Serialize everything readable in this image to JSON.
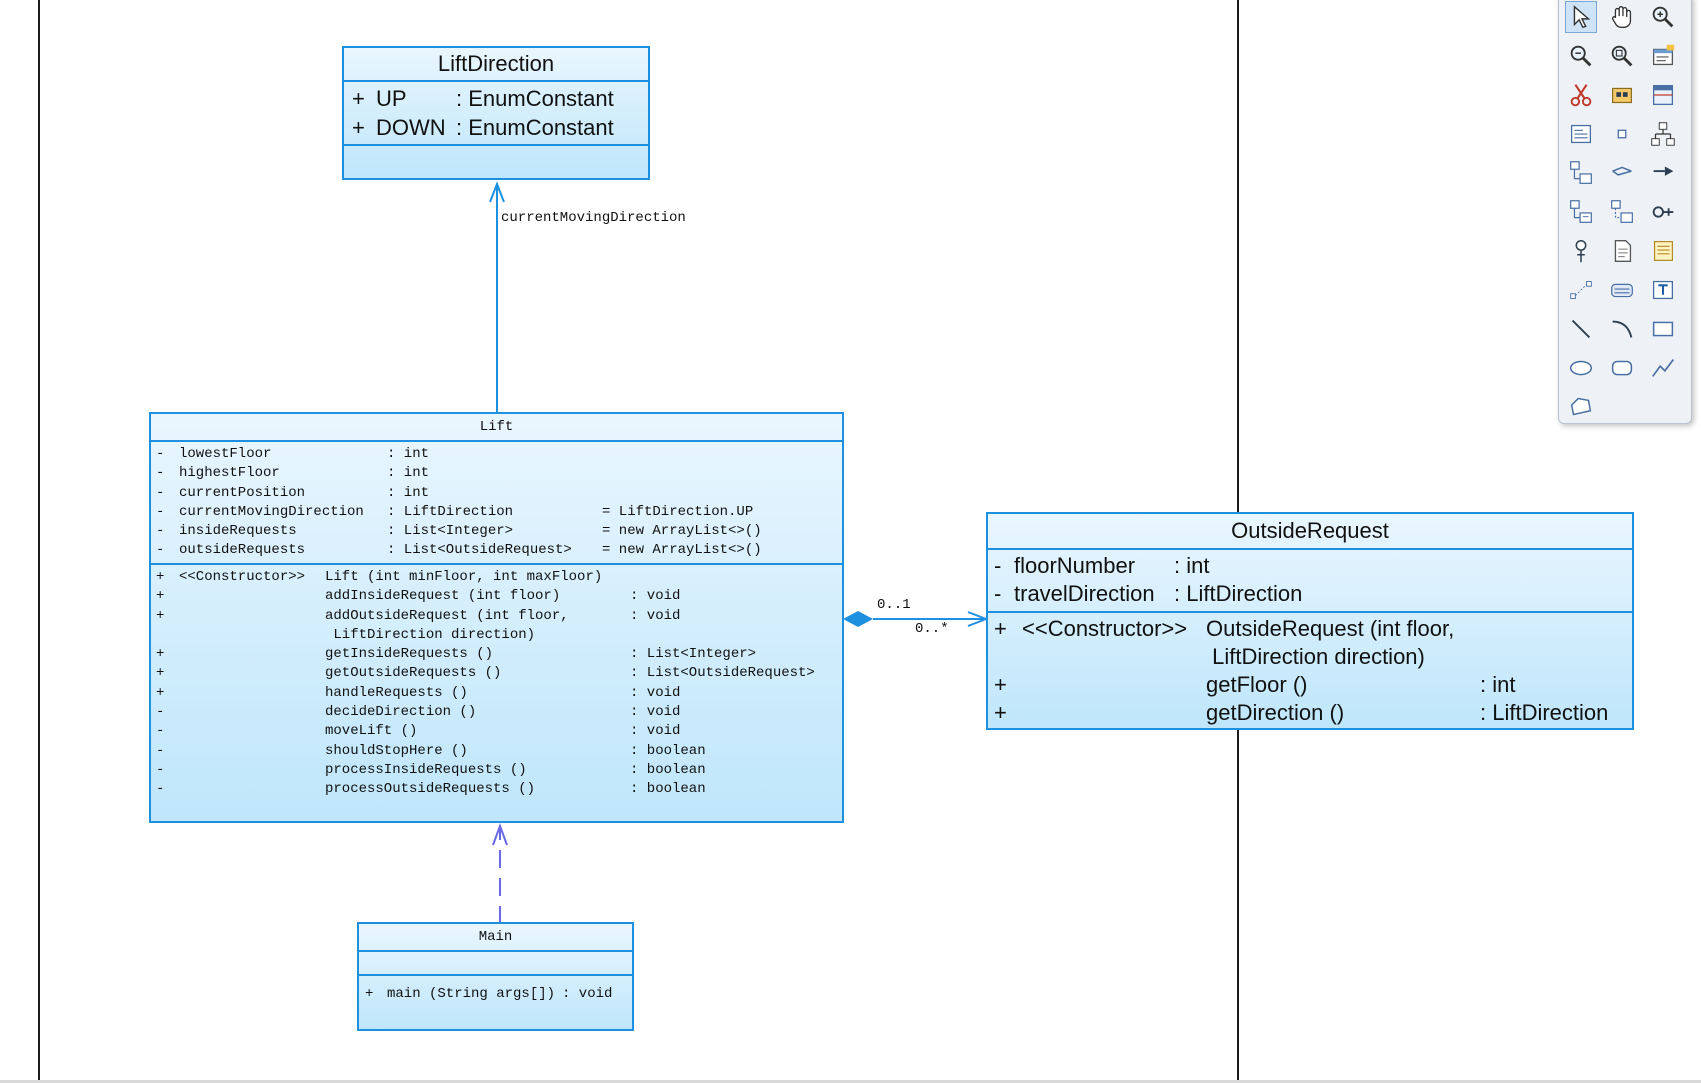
{
  "diagram": {
    "lift_direction": {
      "title": "LiftDirection",
      "attributes": [
        {
          "vis": "+",
          "name": "UP",
          "type": ": EnumConstant"
        },
        {
          "vis": "+",
          "name": "DOWN",
          "type": ": EnumConstant"
        }
      ]
    },
    "lift": {
      "title": "Lift",
      "attributes": [
        {
          "vis": "-",
          "name": "lowestFloor",
          "type": ": int",
          "init": ""
        },
        {
          "vis": "-",
          "name": "highestFloor",
          "type": ": int",
          "init": ""
        },
        {
          "vis": "-",
          "name": "currentPosition",
          "type": ": int",
          "init": ""
        },
        {
          "vis": "-",
          "name": "currentMovingDirection",
          "type": ": LiftDirection",
          "init": "= LiftDirection.UP"
        },
        {
          "vis": "-",
          "name": "insideRequests",
          "type": ": List<Integer>",
          "init": "= new ArrayList<>()"
        },
        {
          "vis": "-",
          "name": "outsideRequests",
          "type": ": List<OutsideRequest>",
          "init": "= new ArrayList<>()"
        }
      ],
      "operations": [
        {
          "vis": "+",
          "stereo": "<<Constructor>>",
          "name": "Lift (int minFloor, int maxFloor)",
          "ret": ""
        },
        {
          "vis": "+",
          "stereo": "",
          "name": "addInsideRequest (int floor)",
          "ret": ": void"
        },
        {
          "vis": "+",
          "stereo": "",
          "name": "addOutsideRequest (int floor,",
          "ret": ": void"
        },
        {
          "vis": "",
          "stereo": "",
          "name": " LiftDirection direction)",
          "ret": ""
        },
        {
          "vis": "+",
          "stereo": "",
          "name": "getInsideRequests ()",
          "ret": ": List<Integer>"
        },
        {
          "vis": "+",
          "stereo": "",
          "name": "getOutsideRequests ()",
          "ret": ": List<OutsideRequest>"
        },
        {
          "vis": "+",
          "stereo": "",
          "name": "handleRequests ()",
          "ret": ": void"
        },
        {
          "vis": "-",
          "stereo": "",
          "name": "decideDirection ()",
          "ret": ": void"
        },
        {
          "vis": "-",
          "stereo": "",
          "name": "moveLift ()",
          "ret": ": void"
        },
        {
          "vis": "-",
          "stereo": "",
          "name": "shouldStopHere ()",
          "ret": ": boolean"
        },
        {
          "vis": "-",
          "stereo": "",
          "name": "processInsideRequests ()",
          "ret": ": boolean"
        },
        {
          "vis": "-",
          "stereo": "",
          "name": "processOutsideRequests ()",
          "ret": ": boolean"
        }
      ]
    },
    "outside_request": {
      "title": "OutsideRequest",
      "attributes": [
        {
          "vis": "-",
          "name": "floorNumber",
          "type": ": int"
        },
        {
          "vis": "-",
          "name": "travelDirection",
          "type": ": LiftDirection"
        }
      ],
      "operations": [
        {
          "vis": "+",
          "stereo": "<<Constructor>>",
          "name": "OutsideRequest (int floor,",
          "ret": ""
        },
        {
          "vis": "",
          "stereo": "",
          "name": " LiftDirection direction)",
          "ret": ""
        },
        {
          "vis": "+",
          "stereo": "",
          "name": "getFloor ()",
          "ret": ": int"
        },
        {
          "vis": "+",
          "stereo": "",
          "name": "getDirection ()",
          "ret": ": LiftDirection"
        }
      ]
    },
    "main": {
      "title": "Main",
      "operations": [
        {
          "vis": "+",
          "name": "main (String args[])",
          "ret": ": void"
        }
      ]
    },
    "associations": {
      "direction_role": "currentMovingDirection",
      "lift_end_multiplicity": "0..1",
      "request_end_multiplicity": "0..*"
    }
  },
  "colors": {
    "class_border": "#1e90e0",
    "class_fill_top": "#e9f6fe",
    "class_fill_bottom": "#bfe6fb",
    "connector": "#1e90e0",
    "dependency": "#6a6ae6"
  },
  "toolbar": {
    "tools": [
      "select-icon",
      "pan-hand-icon",
      "zoom-in-icon",
      "zoom-out-icon",
      "zoom-fit-icon",
      "properties-icon",
      "cut-icon",
      "package-icon",
      "class-icon",
      "object-icon",
      "small-square-icon",
      "hierarchy-icon",
      "tree-icon",
      "association-icon",
      "directed-association-icon",
      "tree-alt-icon",
      "tree-alt2-icon",
      "link-icon",
      "pin-icon",
      "document-icon",
      "note-icon",
      "connector-icon",
      "field-icon",
      "text-icon",
      "line-icon",
      "arc-icon",
      "rectangle-icon",
      "ellipse-icon",
      "rounded-rect-icon",
      "polyline-icon",
      "polygon-icon"
    ]
  }
}
